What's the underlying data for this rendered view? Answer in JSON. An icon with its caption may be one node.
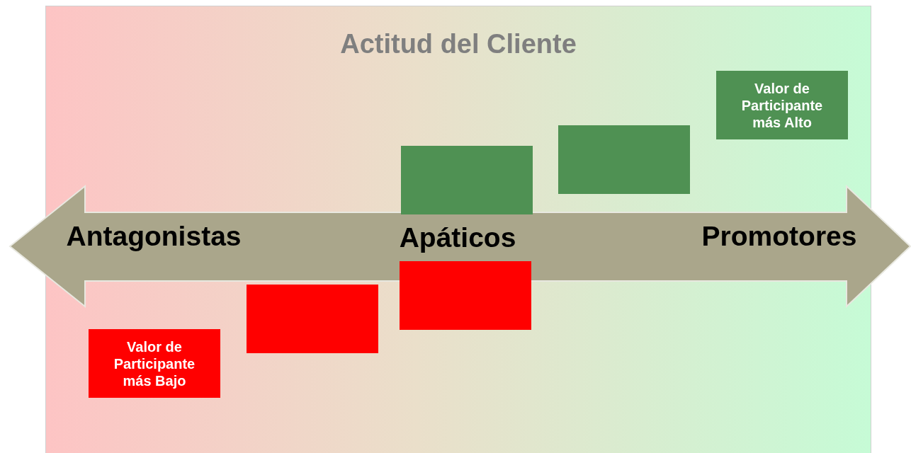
{
  "diagram": {
    "title": "Actitud del Cliente",
    "nodes": [
      {
        "text": [
          "Valor de Participante más Alto"
        ]
      },
      {
        "text": [],
        "shape": "box"
      },
      {
        "text": [],
        "shape": "box"
      },
      {
        "text": [
          "Antagonistas",
          "Apáticos",
          "Promotores"
        ]
      },
      {
        "text": [],
        "shape": "box"
      },
      {
        "text": [],
        "shape": "box"
      },
      {
        "text": [
          "Valor de Participante más Bajo"
        ]
      }
    ]
  }
}
